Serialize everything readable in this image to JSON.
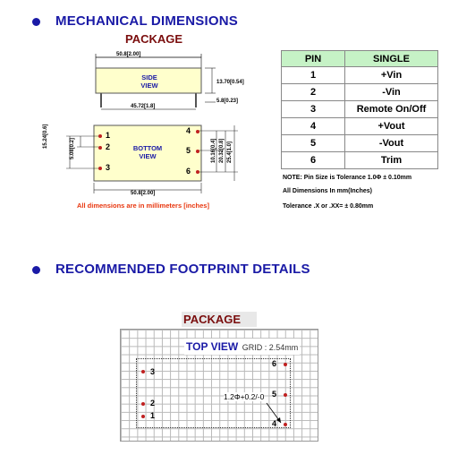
{
  "section1": {
    "title": "MECHANICAL DIMENSIONS",
    "package_label": "PACKAGE"
  },
  "side_view": {
    "label_line1": "SIDE",
    "label_line2": "VIEW",
    "width_dim": "50.8[2.00]",
    "height_dim": "13.70[0.54]",
    "pin_length_dim": "5.8[0.23]",
    "pin_spacing_dim": "45.72[1.8]"
  },
  "bottom_view": {
    "label_line1": "BOTTOM",
    "label_line2": "VIEW",
    "left_pins": [
      "1",
      "2",
      "3"
    ],
    "right_pins": [
      "4",
      "5",
      "6"
    ],
    "width_dim": "50.8[2.00]",
    "left_dim_outer": "15.24[0.6]",
    "left_dim_inner": "5.08[0.2]",
    "right_dim_1": "10.16[0.4]",
    "right_dim_2": "20.32[0.8]",
    "right_dim_3": "25.4[1.0]"
  },
  "dimension_note": "All dimensions are in millimeters [inches]",
  "pin_table": {
    "headers": [
      "PIN",
      "SINGLE"
    ],
    "rows": [
      [
        "1",
        "+Vin"
      ],
      [
        "2",
        "-Vin"
      ],
      [
        "3",
        "Remote On/Off"
      ],
      [
        "4",
        "+Vout"
      ],
      [
        "5",
        "-Vout"
      ],
      [
        "6",
        "Trim"
      ]
    ]
  },
  "notes": {
    "line1": "NOTE: Pin Size is Tolerance 1.0Φ ± 0.10mm",
    "line2": "All Dimensions In mm(Inches)",
    "line3": "Tolerance .X   or   .XX= ± 0.80mm"
  },
  "section2": {
    "title": "RECOMMENDED FOOTPRINT DETAILS",
    "package_label": "PACKAGE"
  },
  "footprint": {
    "top_view_label": "TOP VIEW",
    "grid_label": "GRID : 2.54mm",
    "hole_label": "1.2Φ+0.2/-0",
    "left_pins": [
      "3",
      "2",
      "1"
    ],
    "right_pins": [
      "6",
      "5",
      "4"
    ]
  },
  "colors": {
    "heading": "#1a1aa6",
    "package_label": "#7a0d0d",
    "note_red": "#e8360e",
    "body_fill": "#ffffcc",
    "table_header": "#c6f2c6",
    "pin_dot": "#c02020"
  }
}
